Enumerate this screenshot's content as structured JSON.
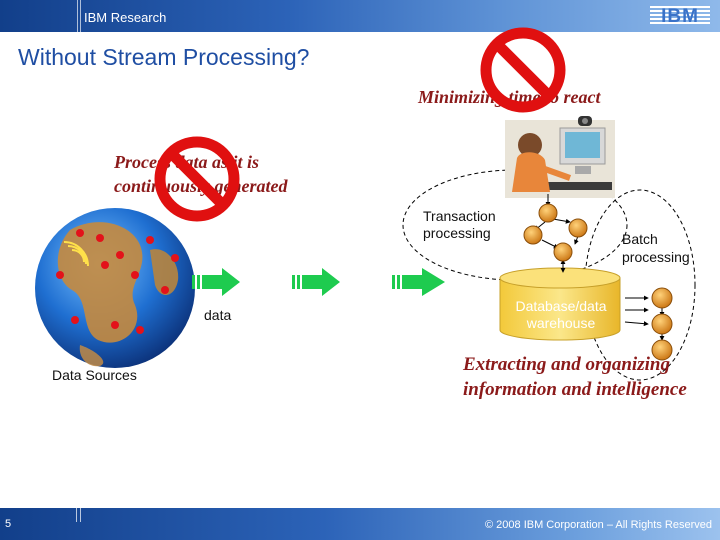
{
  "header": {
    "label": "IBM Research",
    "logo_text": "IBM"
  },
  "title": "Without Stream Processing?",
  "callouts": {
    "minimize": "Minimizing time to react",
    "process_line1": "Process data as it is",
    "process_line2": "continuously generated",
    "extract_line1": "Extracting and organizing",
    "extract_line2": "information and intelligence"
  },
  "labels": {
    "transaction_line1": "Transaction",
    "transaction_line2": "processing",
    "batch_line1": "Batch",
    "batch_line2": "processing",
    "database_line1": "Database/data",
    "database_line2": "warehouse",
    "data": "data",
    "data_sources": "Data Sources"
  },
  "footer": {
    "page_number": "5",
    "copyright": "© 2008 IBM Corporation – All Rights Reserved"
  },
  "colors": {
    "header_blue": "#1f4ea3",
    "callout_red": "#8b1a1a",
    "prohibition_red": "#e01010",
    "arrow_green": "#1ecb4f",
    "database_yellow": "#f7d84a",
    "node_orange": "#d98a1c"
  },
  "icons": [
    "prohibition-icon",
    "globe-icon",
    "person-at-computer-icon",
    "database-cylinder-icon",
    "arrow-icon"
  ]
}
